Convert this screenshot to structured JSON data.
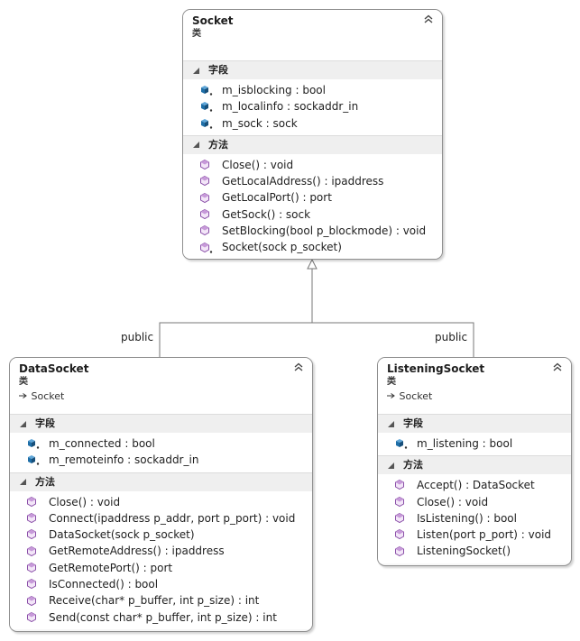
{
  "socket": {
    "name": "Socket",
    "kind": "类",
    "fields_header": "字段",
    "fields": [
      "m_isblocking : bool",
      "m_localinfo : sockaddr_in",
      "m_sock : sock"
    ],
    "methods_header": "方法",
    "methods": [
      "Close() : void",
      "GetLocalAddress() : ipaddress",
      "GetLocalPort() : port",
      "GetSock() : sock",
      "SetBlocking(bool p_blockmode) : void",
      "Socket(sock p_socket)"
    ]
  },
  "datasocket": {
    "name": "DataSocket",
    "kind": "类",
    "base": "Socket",
    "fields_header": "字段",
    "fields": [
      "m_connected : bool",
      "m_remoteinfo : sockaddr_in"
    ],
    "methods_header": "方法",
    "methods": [
      "Close() : void",
      "Connect(ipaddress p_addr, port p_port) : void",
      "DataSocket(sock p_socket)",
      "GetRemoteAddress() : ipaddress",
      "GetRemotePort() : port",
      "IsConnected() : bool",
      "Receive(char* p_buffer, int p_size) : int",
      "Send(const char* p_buffer, int p_size) : int"
    ]
  },
  "listeningsocket": {
    "name": "ListeningSocket",
    "kind": "类",
    "base": "Socket",
    "fields_header": "字段",
    "fields": [
      "m_listening : bool"
    ],
    "methods_header": "方法",
    "methods": [
      "Accept() : DataSocket",
      "Close() : void",
      "IsListening() : bool",
      "Listen(port p_port) : void",
      "ListeningSocket()"
    ]
  },
  "relations": {
    "left_label": "public",
    "right_label": "public"
  },
  "icons": {
    "field": "private-field-icon",
    "method": "public-method-icon",
    "constructor": "private-method-icon",
    "inherit": "inherits-arrow-icon",
    "collapse": "collapse-chevron-icon",
    "section": "expanded-triangle-icon"
  },
  "colors": {
    "field": "#1f6fa8",
    "method": "#8a4fa8",
    "border": "#8f8f8f"
  }
}
